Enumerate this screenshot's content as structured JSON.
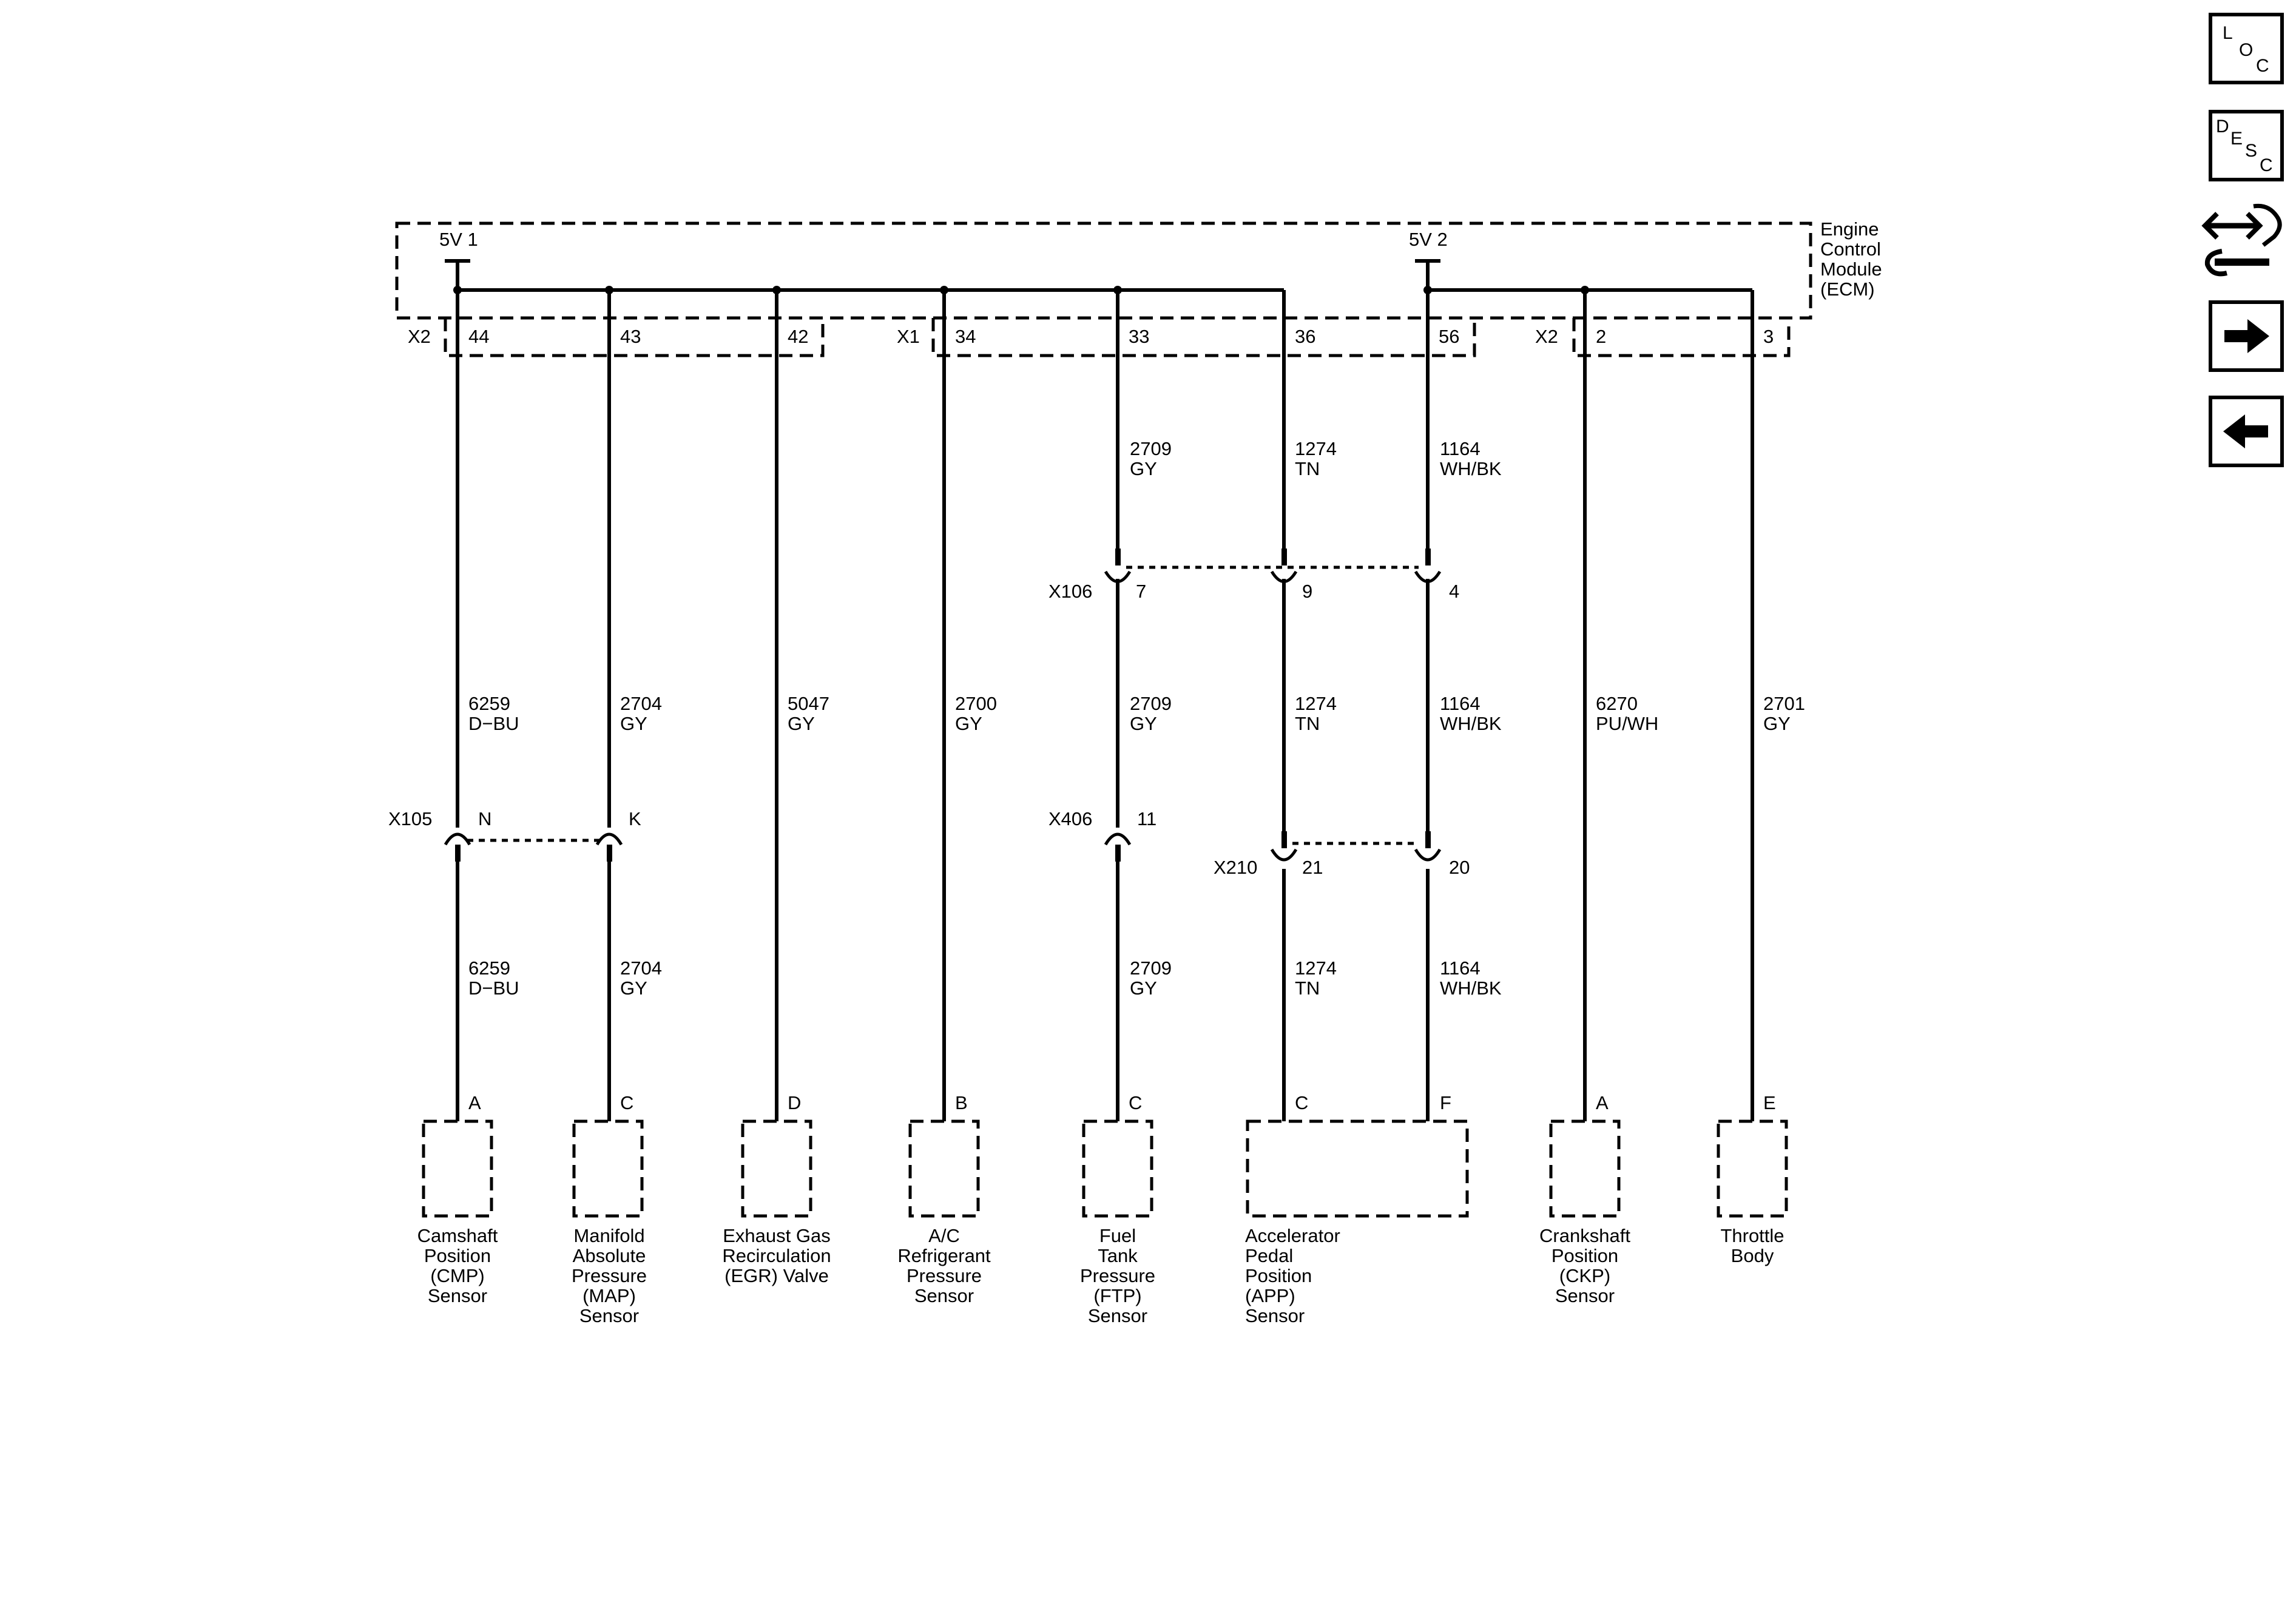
{
  "ecm": {
    "label_lines": [
      "Engine",
      "Control",
      "Module",
      "(ECM)"
    ],
    "supply_5v1": "5V 1",
    "supply_5v2": "5V 2",
    "connector_x2_left": "X2",
    "connector_x1": "X1",
    "connector_x2_right": "X2"
  },
  "ecm_pins": [
    {
      "pin": "44"
    },
    {
      "pin": "43"
    },
    {
      "pin": "42"
    },
    {
      "pin": "34"
    },
    {
      "pin": "33"
    },
    {
      "pin": "36"
    },
    {
      "pin": "56"
    },
    {
      "pin": "2"
    },
    {
      "pin": "3"
    }
  ],
  "wire_labels": {
    "upper": [
      {
        "circuit": "2709",
        "color": "GY"
      },
      {
        "circuit": "1274",
        "color": "TN"
      },
      {
        "circuit": "1164",
        "color": "WH/BK"
      }
    ],
    "middle": [
      {
        "circuit": "6259",
        "color": "D−BU"
      },
      {
        "circuit": "2704",
        "color": "GY"
      },
      {
        "circuit": "5047",
        "color": "GY"
      },
      {
        "circuit": "2700",
        "color": "GY"
      },
      {
        "circuit": "2709",
        "color": "GY"
      },
      {
        "circuit": "1274",
        "color": "TN"
      },
      {
        "circuit": "1164",
        "color": "WH/BK"
      },
      {
        "circuit": "6270",
        "color": "PU/WH"
      },
      {
        "circuit": "2701",
        "color": "GY"
      }
    ],
    "lower": [
      {
        "circuit": "6259",
        "color": "D−BU"
      },
      {
        "circuit": "2704",
        "color": "GY"
      },
      {
        "circuit": "2709",
        "color": "GY"
      },
      {
        "circuit": "1274",
        "color": "TN"
      },
      {
        "circuit": "1164",
        "color": "WH/BK"
      }
    ]
  },
  "inline_connectors": {
    "x106": {
      "name": "X106",
      "pins": [
        "7",
        "9",
        "4"
      ]
    },
    "x105": {
      "name": "X105",
      "pins": [
        "N",
        "K"
      ]
    },
    "x406": {
      "name": "X406",
      "pins": [
        "11"
      ]
    },
    "x210": {
      "name": "X210",
      "pins": [
        "21",
        "20"
      ]
    }
  },
  "components": [
    {
      "pins": [
        "A"
      ],
      "name_lines": [
        "Camshaft",
        "Position",
        "(CMP)",
        "Sensor"
      ]
    },
    {
      "pins": [
        "C"
      ],
      "name_lines": [
        "Manifold",
        "Absolute",
        "Pressure",
        "(MAP)",
        "Sensor"
      ]
    },
    {
      "pins": [
        "D"
      ],
      "name_lines": [
        "Exhaust Gas",
        "Recirculation",
        "(EGR) Valve"
      ]
    },
    {
      "pins": [
        "B"
      ],
      "name_lines": [
        "A/C",
        "Refrigerant",
        "Pressure",
        "Sensor"
      ]
    },
    {
      "pins": [
        "C"
      ],
      "name_lines": [
        "Fuel",
        "Tank",
        "Pressure",
        "(FTP)",
        "Sensor"
      ]
    },
    {
      "pins": [
        "C",
        "F"
      ],
      "name_lines": [
        "Accelerator",
        "Pedal",
        "Position",
        "(APP)",
        "Sensor"
      ]
    },
    {
      "pins": [
        "A"
      ],
      "name_lines": [
        "Crankshaft",
        "Position",
        "(CKP)",
        "Sensor"
      ]
    },
    {
      "pins": [
        "E"
      ],
      "name_lines": [
        "Throttle",
        "Body"
      ]
    }
  ],
  "nav": {
    "loc": [
      "L",
      "O",
      "C"
    ],
    "desc": [
      "D",
      "E",
      "S",
      "C"
    ],
    "icons": [
      "connector-repair-icon",
      "arrow-right-icon",
      "arrow-left-icon"
    ]
  }
}
